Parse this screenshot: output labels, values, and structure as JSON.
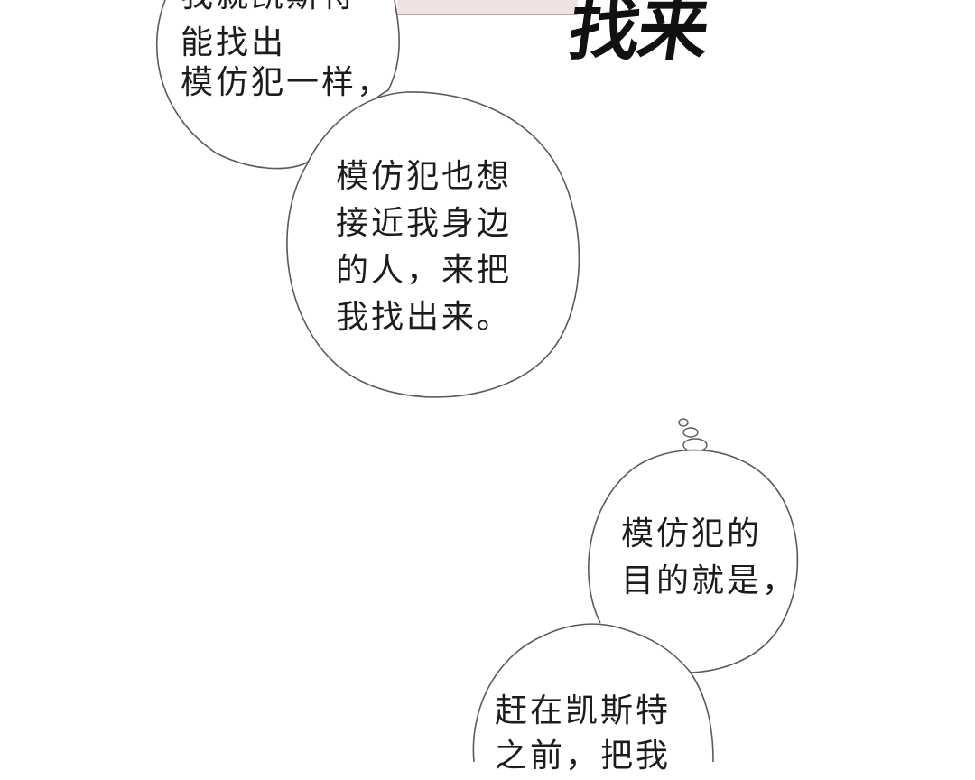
{
  "bubbles": {
    "b1": {
      "line0": "我就凯斯特",
      "line1": "能找出",
      "line2": "模仿犯一样，"
    },
    "b2": {
      "line0": "模仿犯也想",
      "line1": "接近我身边",
      "line2": "的人，来把",
      "line3": "我找出来。"
    },
    "b3": {
      "line0": "模仿犯的",
      "line1": "目的就是，"
    },
    "b4": {
      "line0": "赶在凯斯特",
      "line1": "之前，把我"
    }
  },
  "sfx": {
    "text": "找来"
  },
  "colors": {
    "background": "#ffffff",
    "outline": "#5a5a5a",
    "text": "#1c1c1c",
    "panel_edge": "#e6c8c8"
  }
}
